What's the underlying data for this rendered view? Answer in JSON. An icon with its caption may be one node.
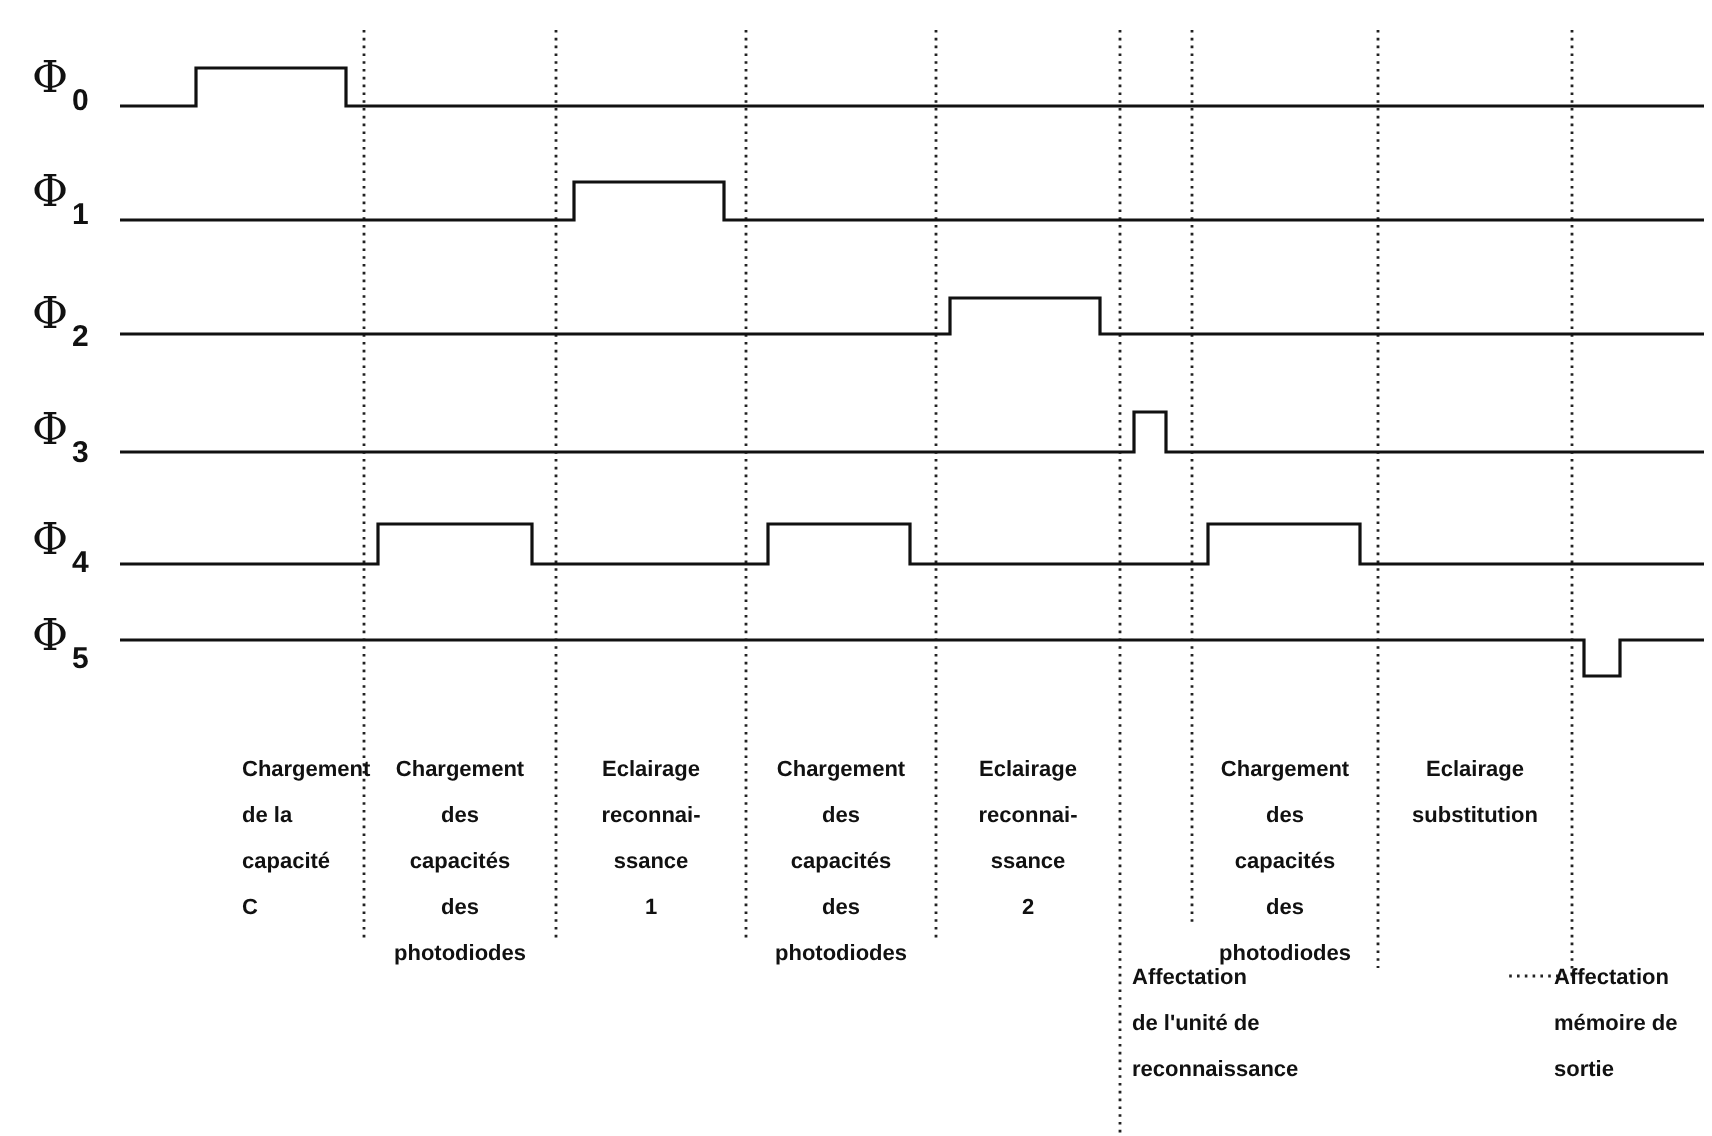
{
  "diagram": {
    "labels": [
      "Φ$_{0}$",
      "Φ$_{1}$",
      "Φ$_{2}$",
      "Φ$_{3}$",
      "Φ$_{4}$",
      "Φ$_{5}$",
      "Chargement de la capacité C",
      "Chargement des capacités des photodiodes",
      "Eclairage reconnai- ssance 1",
      "Chargement des capacités des photodiodes",
      "Eclairage reconnai- ssance 2",
      "Chargement des capacités des photodiodes",
      "Eclairage substitution",
      "Affectation de l'unité de reconnaissance",
      "Affectation mémoire de sortie"
    ]
  }
}
